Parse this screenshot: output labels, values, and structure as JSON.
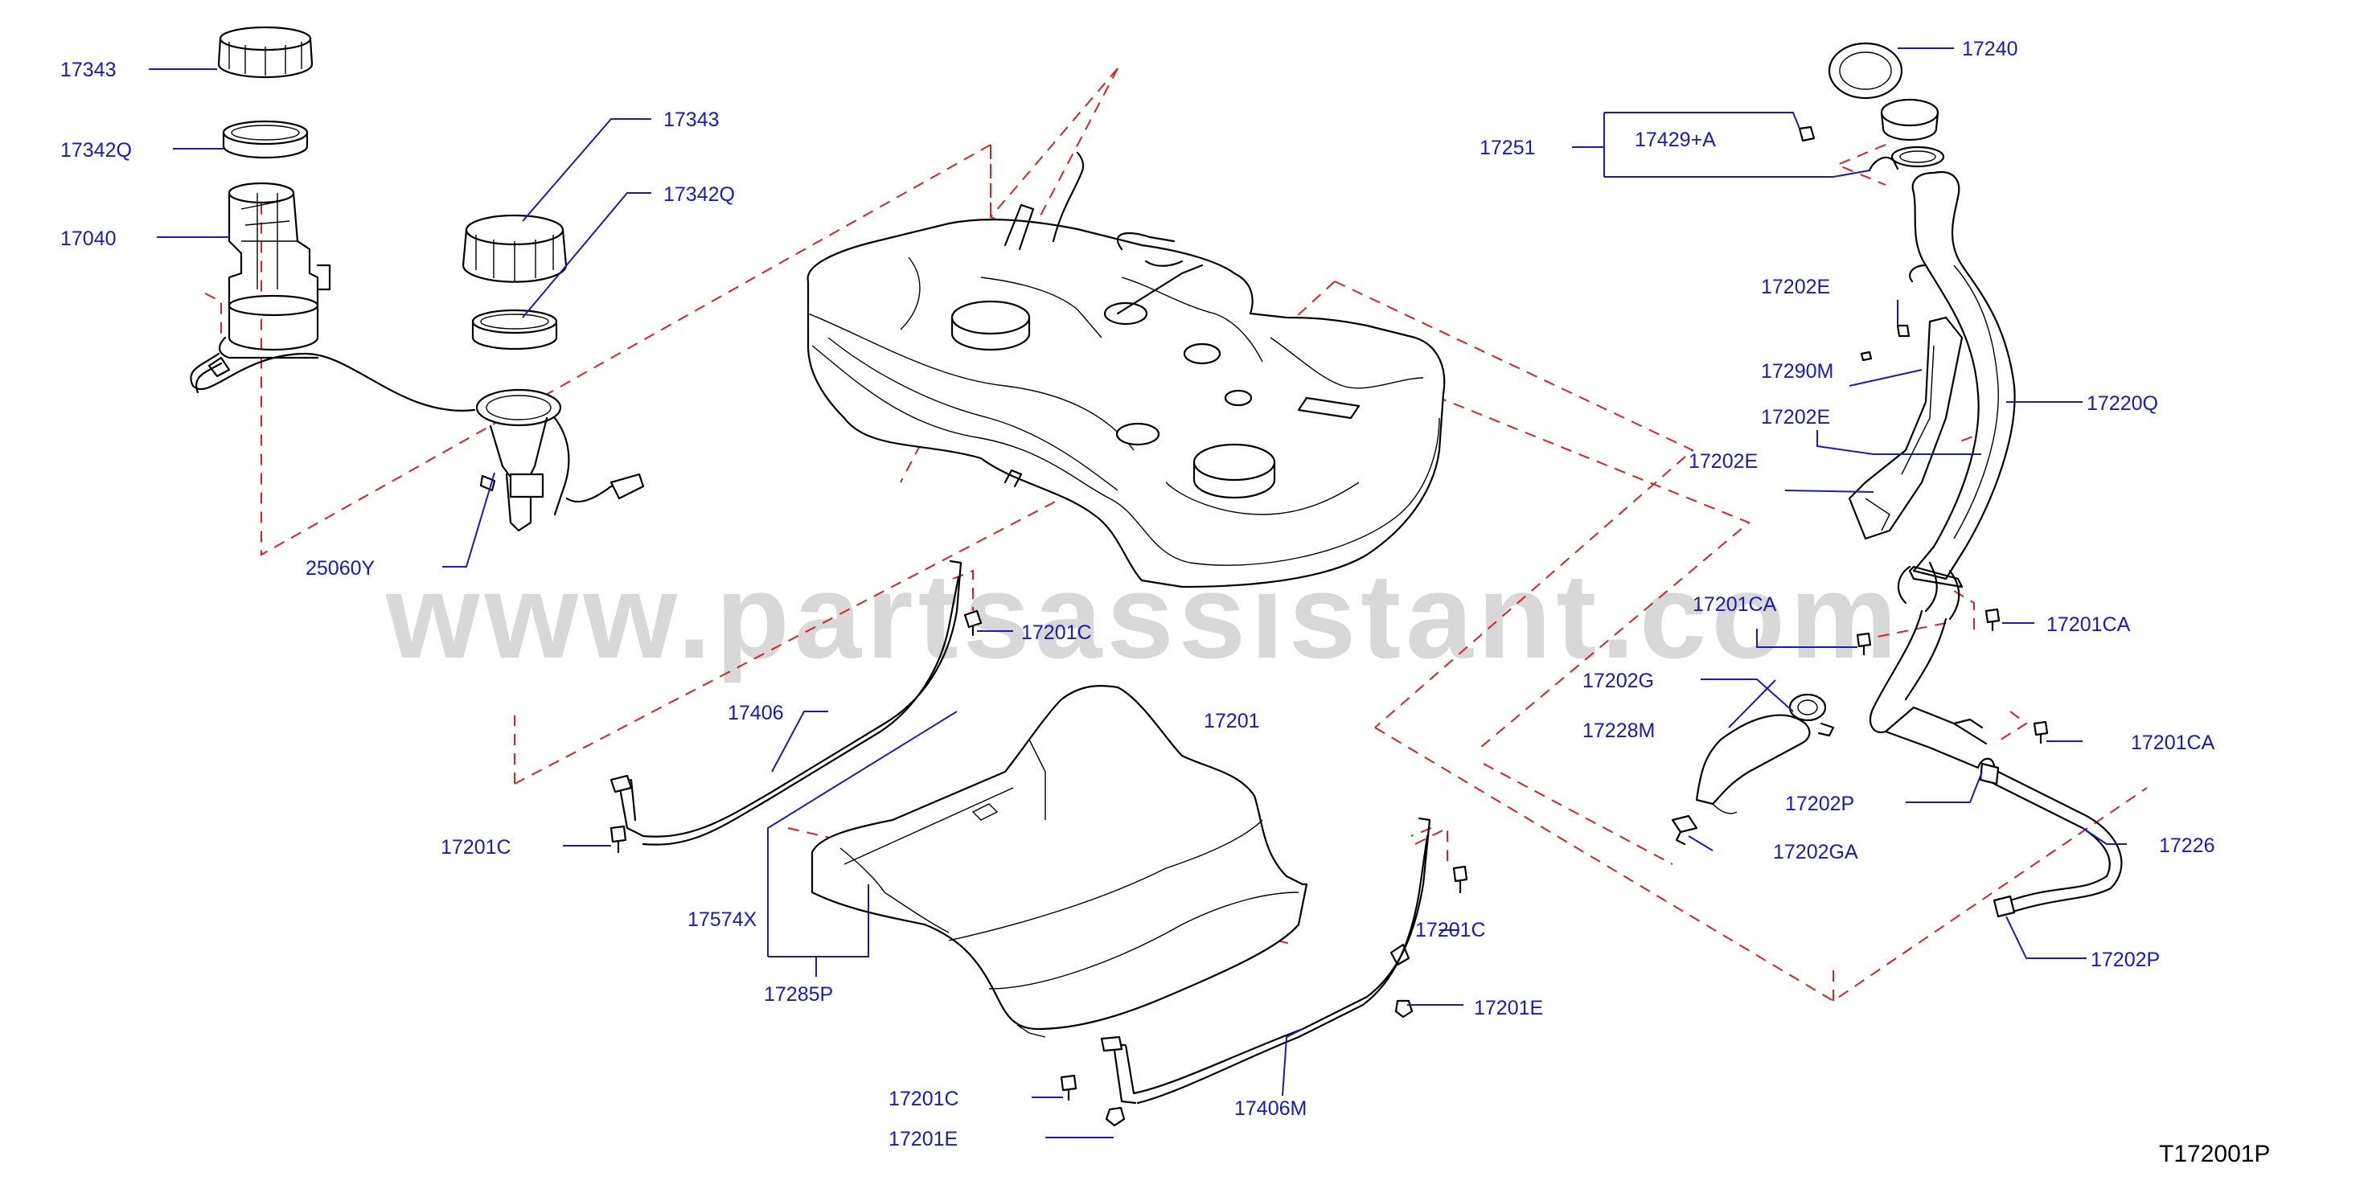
{
  "watermark": "www.partsassistant.com",
  "diagram_code": "T172001P",
  "colors": {
    "label": "#1818c8",
    "dashed_line": "#e02020",
    "parts": "#000000",
    "watermark": "#d8d8d8"
  },
  "callouts": {
    "c17343_a": "17343",
    "c17342q_a": "17342Q",
    "c17040": "17040",
    "c17343_b": "17343",
    "c17342q_b": "17342Q",
    "c25060y": "25060Y",
    "c17201": "17201",
    "c17201c_1": "17201C",
    "c17406": "17406",
    "c17201c_2": "17201C",
    "c17574x": "17574X",
    "c17285p": "17285P",
    "c17201c_3": "17201C",
    "c17201e_1": "17201E",
    "c17201c_4": "17201C",
    "c17201e_2": "17201E",
    "c17406m": "17406M",
    "c17240": "17240",
    "c17251": "17251",
    "c17429a": "17429+A",
    "c17202e_1": "17202E",
    "c17290m": "17290M",
    "c17202e_2": "17202E",
    "c17202e_3": "17202E",
    "c17220q": "17220Q",
    "c17201ca_1": "17201CA",
    "c17201ca_2": "17201CA",
    "c17202g": "17202G",
    "c17228m": "17228M",
    "c17201ca_3": "17201CA",
    "c17202p_1": "17202P",
    "c17226": "17226",
    "c17202ga": "17202GA",
    "c17202p_2": "17202P"
  }
}
